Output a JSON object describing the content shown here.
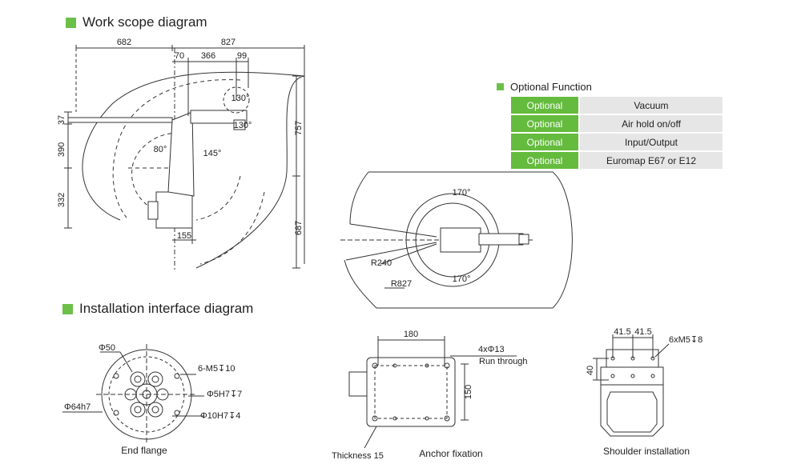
{
  "sections": {
    "work_scope": "Work scope diagram",
    "installation": "Installation interface diagram"
  },
  "optional_function": {
    "title": "Optional Function",
    "rows": [
      {
        "key": "Optional",
        "value": "Vacuum"
      },
      {
        "key": "Optional",
        "value": "Air hold on/off"
      },
      {
        "key": "Optional",
        "value": "Input/Output"
      },
      {
        "key": "Optional",
        "value": "Euromap E67 or E12"
      }
    ]
  },
  "work_scope_dims": {
    "d682": "682",
    "d827": "827",
    "d70": "70",
    "d366": "366",
    "d99": "99",
    "d37": "37",
    "d390": "390",
    "d332": "332",
    "d757": "757",
    "d687": "687",
    "d155": "155",
    "a130a": "130°",
    "a130b": "130°",
    "a80": "80°",
    "a145": "145°"
  },
  "top_view": {
    "a170top": "170°",
    "a170bot": "170°",
    "r240": "R240",
    "r827": "R827"
  },
  "end_flange": {
    "phi50": "Φ50",
    "m5": "6-M5↧10",
    "h7_5": "Φ5H7↧7",
    "phi64": "Φ64h7",
    "h7_10": "Φ10H7↧4",
    "caption": "End flange"
  },
  "anchor": {
    "d180": "180",
    "holes": "4xΦ13",
    "through": "Run through",
    "d150": "150",
    "thickness": "Thickness 15",
    "caption": "Anchor fixation"
  },
  "shoulder": {
    "d41a": "41.5",
    "d41b": "41.5",
    "m5": "6xM5↧8",
    "d40": "40",
    "caption": "Shoulder installation"
  }
}
